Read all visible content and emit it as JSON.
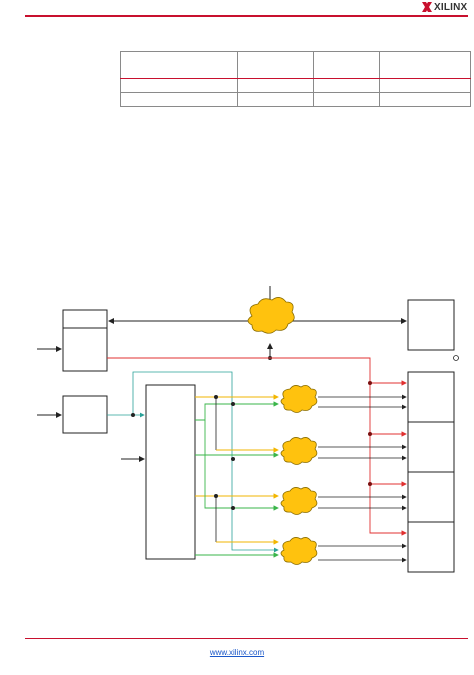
{
  "header": {
    "logo_text": "XILINX",
    "logo_icon": "xilinx-x-logo-icon",
    "brand_color": "#c8102e"
  },
  "table": {
    "columns": [
      "",
      "",
      "",
      ""
    ],
    "rows": [
      [
        "",
        "",
        "",
        ""
      ],
      [
        "",
        "",
        "",
        ""
      ]
    ]
  },
  "diagram": {
    "line_colors": {
      "red": "#e03030",
      "yellow": "#f2b600",
      "green": "#3ab54a",
      "teal": "#2aa198",
      "black": "#222222",
      "cloud_fill": "#ffc20e",
      "cloud_stroke": "#8a6d00"
    },
    "open_circle_marker": "o"
  },
  "footer": {
    "link_text": "www.xilinx.com",
    "link_color": "#1a57c9"
  }
}
